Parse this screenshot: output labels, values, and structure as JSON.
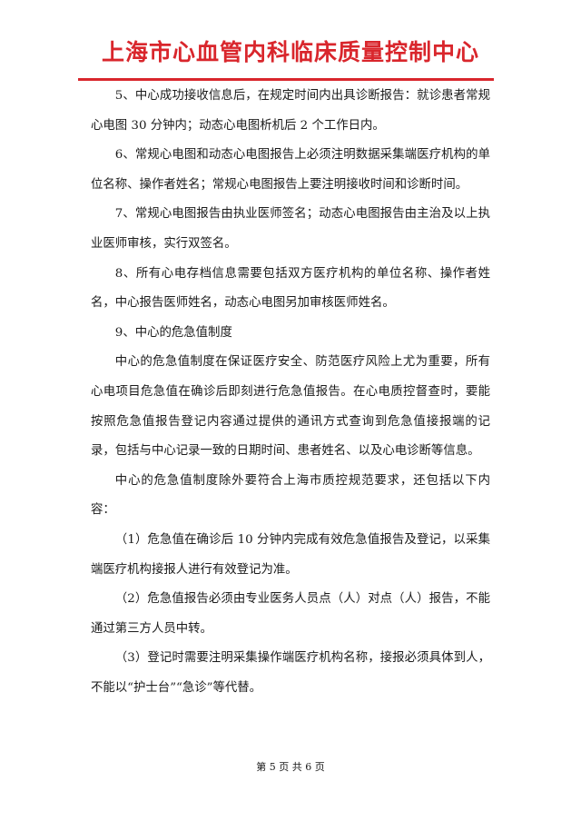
{
  "header": {
    "title": "上海市心血管内科临床质量控制中心"
  },
  "paragraphs": [
    "5、中心成功接收信息后，在规定时间内出具诊断报告：就诊患者常规心电图 30 分钟内；动态心电图析机后 2 个工作日内。",
    "6、常规心电图和动态心电图报告上必须注明数据采集端医疗机构的单位名称、操作者姓名；常规心电图报告上要注明接收时间和诊断时间。",
    "7、常规心电图报告由执业医师签名；动态心电图报告由主治及以上执业医师审核，实行双签名。",
    "8、所有心电存档信息需要包括双方医疗机构的单位名称、操作者姓名，中心报告医师姓名，动态心电图另加审核医师姓名。",
    "9、中心的危急值制度",
    "中心的危急值制度在保证医疗安全、防范医疗风险上尤为重要，所有心电项目危急值在确诊后即刻进行危急值报告。在心电质控督查时，要能按照危急值报告登记内容通过提供的通讯方式查询到危急值接报端的记录，包括与中心记录一致的日期时间、患者姓名、以及心电诊断等信息。",
    "中心的危急值制度除外要符合上海市质控规范要求，还包括以下内容：",
    "（1）危急值在确诊后 10 分钟内完成有效危急值报告及登记，以采集端医疗机构接报人进行有效登记为准。",
    "（2）危急值报告必须由专业医务人员点（人）对点（人）报告，不能通过第三方人员中转。",
    "（3）登记时需要注明采集操作端医疗机构名称，接报必须具体到人，不能以“护士台”“急诊”等代替。"
  ],
  "footer": {
    "page_label": "第 5 页 共 6 页"
  },
  "colors": {
    "accent": "#d9262c",
    "text": "#1a1a1a"
  }
}
